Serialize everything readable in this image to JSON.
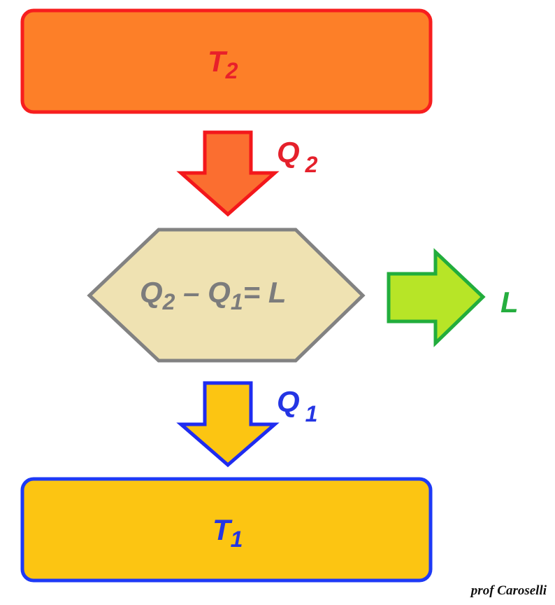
{
  "hot_reservoir": {
    "symbol": "T",
    "subscript": "2",
    "fill": "#FD7F28",
    "border": "#F71E1E",
    "text_color": "#E8202A"
  },
  "heat_in": {
    "symbol": "Q",
    "subscript": "2",
    "arrow_fill": "#FB6E30",
    "arrow_border": "#F3171B",
    "label_color": "#E5202B"
  },
  "engine": {
    "q2_symbol": "Q",
    "q2_subscript": "2",
    "minus": " – ",
    "q1_symbol": "Q",
    "q1_subscript": "1",
    "equals": "= L",
    "fill": "#EFE2B2",
    "border": "#828282",
    "text_color": "#7C7C7C"
  },
  "work_out": {
    "symbol": "L",
    "arrow_fill": "#B7E527",
    "arrow_border": "#22AD3C",
    "label_color": "#25AE3F"
  },
  "heat_out": {
    "symbol": "Q",
    "subscript": "1",
    "arrow_fill": "#FCC512",
    "arrow_border": "#1F2CF0",
    "label_color": "#2435E4"
  },
  "cold_reservoir": {
    "symbol": "T",
    "subscript": "1",
    "fill": "#FCC512",
    "border": "#1E3AF6",
    "text_color": "#2435E4"
  },
  "signature": "prof Caroselli"
}
